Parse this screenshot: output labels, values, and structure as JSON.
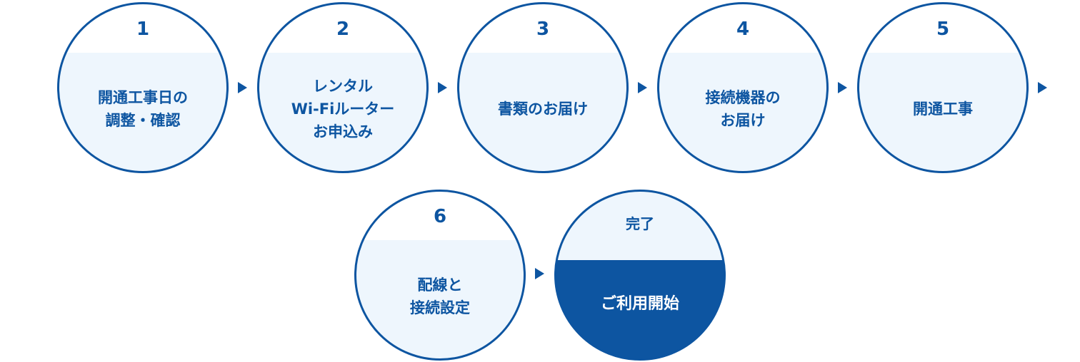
{
  "steps": [
    {
      "number": "1",
      "label": "開通工事日の\n調整・確認"
    },
    {
      "number": "2",
      "label": "レンタル\nWi-Fiルーター\nお申込み"
    },
    {
      "number": "3",
      "label": "書類のお届け"
    },
    {
      "number": "4",
      "label": "接続機器の\nお届け"
    },
    {
      "number": "5",
      "label": "開通工事"
    },
    {
      "number": "6",
      "label": "配線と\n接続設定"
    },
    {
      "number": "完了",
      "label": "ご利用開始"
    }
  ],
  "colors": {
    "accent": "#0d55a1",
    "light": "#eef6fd",
    "final_text": "#ffffff"
  },
  "icons": {
    "step_arrow": "triangle-right-icon"
  }
}
